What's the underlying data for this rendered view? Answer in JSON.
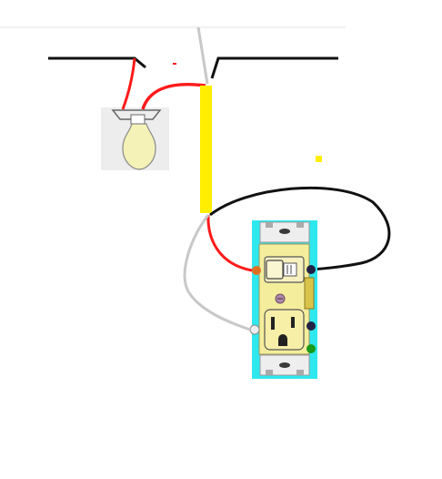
{
  "title": "",
  "colors": {
    "background": "#ffffff",
    "hot_wire": "#ff1a1a",
    "neutral_wire": "#c8c8c8",
    "line_wire": "#111111",
    "wire_nut": "#ffee00",
    "device_backplate": "#2ee8ee",
    "device_face": "#f4ee9c",
    "screw_brass": "#e07020",
    "screw_silver": "#eeeeee",
    "screw_ground": "#1a9a1a",
    "screw_dark": "#222244",
    "lamp_socket": "#ededed",
    "lamp_bulb": "#f5f2b8"
  },
  "components": {
    "ceiling_cable": {
      "label": "",
      "icon": "cable"
    },
    "light_fixture": {
      "label": "",
      "icon": "light-bulb-icon"
    },
    "wire_nut_splice": {
      "label": "",
      "icon": "wire-connector"
    },
    "switch_outlet_combo": {
      "label": "",
      "icon": "switch-receptacle"
    }
  }
}
